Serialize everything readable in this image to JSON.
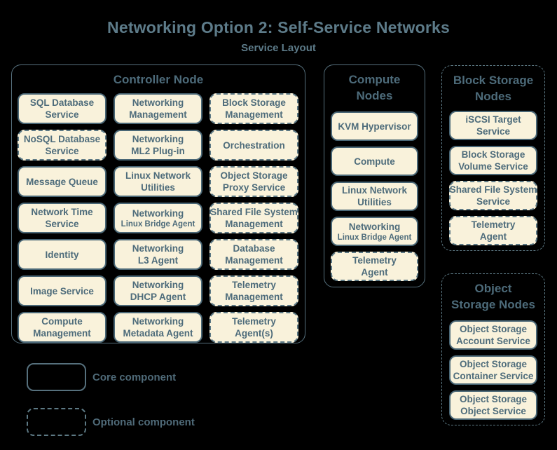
{
  "title": "Networking Option 2: Self-Service Networks",
  "subtitle": "Service Layout",
  "colors": {
    "background": "#000000",
    "service_fill": "#f9f2db",
    "core_border": "#4a6776",
    "optional_border": "#5c7884",
    "text": "#4e6c7b",
    "heading": "#5d7b89"
  },
  "nodes": {
    "controller": {
      "title": "Controller Node",
      "services": [
        {
          "line1": "SQL Database",
          "line2": "Service",
          "optional": false
        },
        {
          "line1": "Networking",
          "line2": "Management",
          "optional": false
        },
        {
          "line1": "Block Storage",
          "line2": "Management",
          "optional": true
        },
        {
          "line1": "NoSQL Database",
          "line2": "Service",
          "optional": true
        },
        {
          "line1": "Networking",
          "line2": "ML2 Plug-in",
          "optional": false
        },
        {
          "line1": "Orchestration",
          "line2": "",
          "optional": true
        },
        {
          "line1": "Message Queue",
          "line2": "",
          "optional": false
        },
        {
          "line1": "Linux Network",
          "line2": "Utilities",
          "optional": false
        },
        {
          "line1": "Object Storage",
          "line2": "Proxy Service",
          "optional": true
        },
        {
          "line1": "Network Time",
          "line2": "Service",
          "optional": false
        },
        {
          "line1": "Networking",
          "line2": "Linux Bridge Agent",
          "optional": false
        },
        {
          "line1": "Shared File System",
          "line2": "Management",
          "optional": true
        },
        {
          "line1": "Identity",
          "line2": "",
          "optional": false
        },
        {
          "line1": "Networking",
          "line2": "L3 Agent",
          "optional": false
        },
        {
          "line1": "Database",
          "line2": "Management",
          "optional": true
        },
        {
          "line1": "Image Service",
          "line2": "",
          "optional": false
        },
        {
          "line1": "Networking",
          "line2": "DHCP Agent",
          "optional": false
        },
        {
          "line1": "Telemetry",
          "line2": "Management",
          "optional": true
        },
        {
          "line1": "Compute",
          "line2": "Management",
          "optional": false
        },
        {
          "line1": "Networking",
          "line2": "Metadata Agent",
          "optional": false
        },
        {
          "line1": "Telemetry",
          "line2": "Agent(s)",
          "optional": true
        }
      ]
    },
    "compute": {
      "title_line1": "Compute",
      "title_line2": "Nodes",
      "services": [
        {
          "line1": "KVM Hypervisor",
          "line2": "",
          "optional": false
        },
        {
          "line1": "Compute",
          "line2": "",
          "optional": false
        },
        {
          "line1": "Linux Network",
          "line2": "Utilities",
          "optional": false
        },
        {
          "line1": "Networking",
          "line2": "Linux Bridge Agent",
          "optional": false
        },
        {
          "line1": "Telemetry",
          "line2": "Agent",
          "optional": true
        }
      ]
    },
    "block": {
      "title_line1": "Block Storage",
      "title_line2": "Nodes",
      "services": [
        {
          "line1": "iSCSI Target",
          "line2": "Service",
          "optional": false
        },
        {
          "line1": "Block Storage",
          "line2": "Volume Service",
          "optional": false
        },
        {
          "line1": "Shared File System",
          "line2": "Service",
          "optional": true
        },
        {
          "line1": "Telemetry",
          "line2": "Agent",
          "optional": true
        }
      ]
    },
    "object": {
      "title_line1": "Object",
      "title_line2": "Storage Nodes",
      "services": [
        {
          "line1": "Object Storage",
          "line2": "Account Service",
          "optional": false
        },
        {
          "line1": "Object Storage",
          "line2": "Container Service",
          "optional": false
        },
        {
          "line1": "Object Storage",
          "line2": "Object Service",
          "optional": false
        }
      ]
    }
  },
  "legend": {
    "core_label": "Core component",
    "optional_label": "Optional component"
  }
}
